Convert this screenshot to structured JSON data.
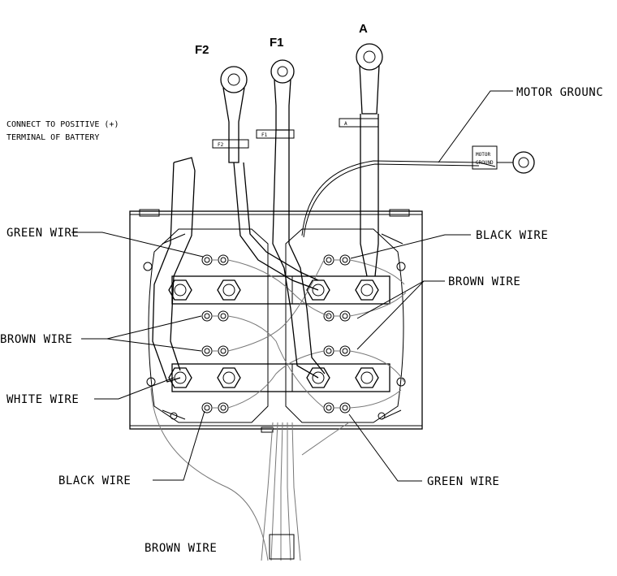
{
  "terminals": {
    "f2": "F2",
    "f1": "F1",
    "a": "A"
  },
  "notes": {
    "battery_line1": "CONNECT TO POSITIVE (+)",
    "battery_line2": "TERMINAL OF BATTERY"
  },
  "tags": {
    "f2_tag": "F2",
    "f1_tag": "F1",
    "a_tag": "A",
    "motor_tag_1": "MOTOR",
    "motor_tag_2": "GROUND"
  },
  "labels": {
    "motor_ground": "MOTOR GROUNC",
    "green_wire_left": "GREEN  WIRE",
    "black_wire_right": "BLACK  WIRE",
    "brown_wire_right": "BROWN WIRE",
    "brown_wire_left": "BROWN WIRE",
    "white_wire_left": "WHITE WIRE",
    "black_wire_bottom": "BLACK  WIRE",
    "green_wire_bottom": "GREEN  WIRE",
    "brown_wire_bottom": "BROWN WIRE"
  }
}
